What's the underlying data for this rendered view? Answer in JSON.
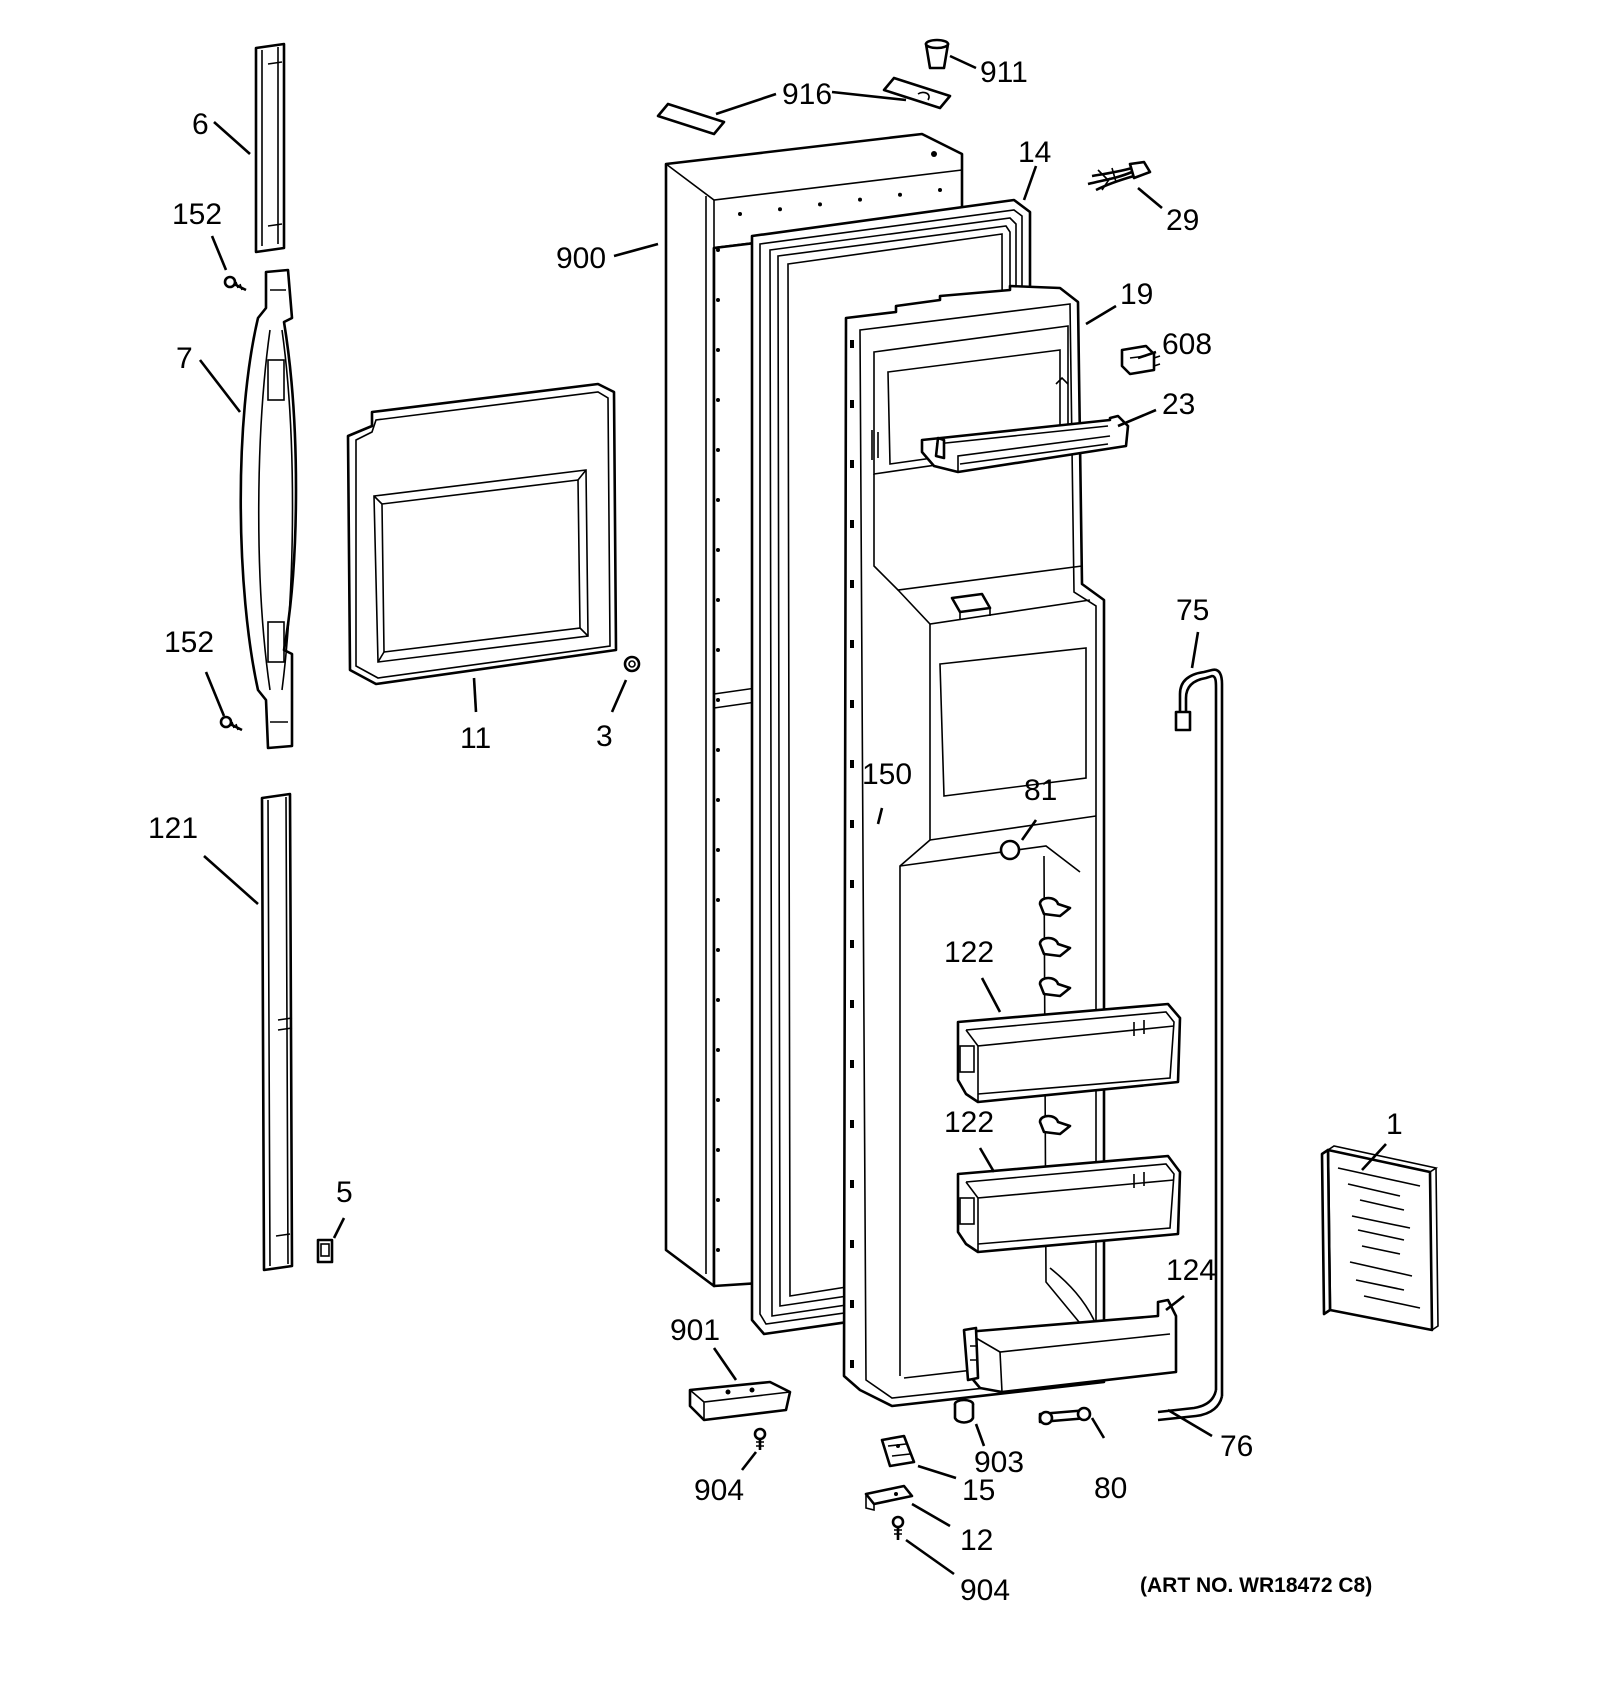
{
  "diagram": {
    "art_number": "(ART NO. WR18472 C8)",
    "callouts": {
      "p911": "911",
      "p916": "916",
      "p6": "6",
      "p14": "14",
      "p29": "29",
      "p152a": "152",
      "p900": "900",
      "p19": "19",
      "p7": "7",
      "p608": "608",
      "p23": "23",
      "p75": "75",
      "p152b": "152",
      "p11": "11",
      "p3": "3",
      "p150": "150",
      "p81": "81",
      "p121": "121",
      "p122a": "122",
      "p122b": "122",
      "p1": "1",
      "p5": "5",
      "p124": "124",
      "p901": "901",
      "p903": "903",
      "p76": "76",
      "p904a": "904",
      "p15": "15",
      "p80": "80",
      "p12": "12",
      "p904b": "904"
    }
  }
}
